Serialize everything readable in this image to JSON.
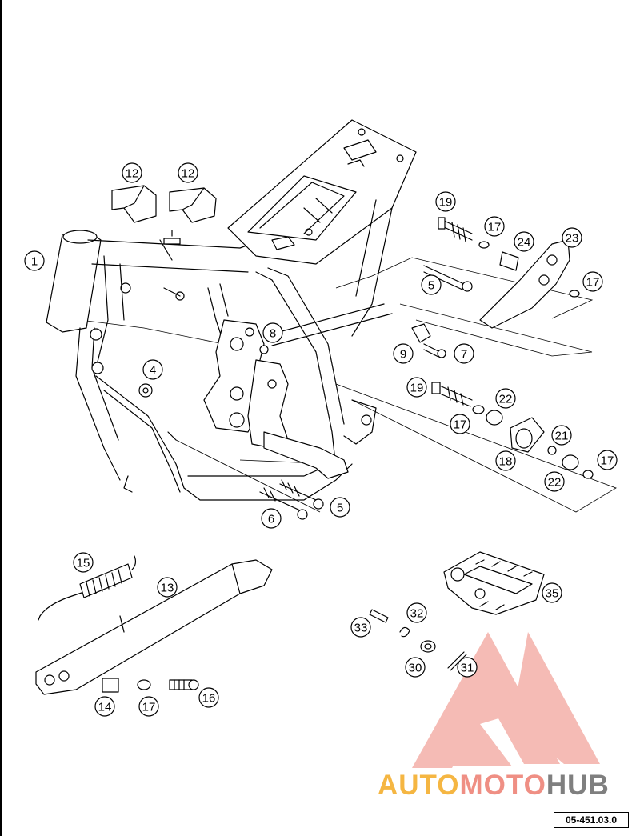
{
  "callouts": [
    {
      "id": "c1",
      "label": "1"
    },
    {
      "id": "c4",
      "label": "4"
    },
    {
      "id": "c5a",
      "label": "5"
    },
    {
      "id": "c5b",
      "label": "5"
    },
    {
      "id": "c6",
      "label": "6"
    },
    {
      "id": "c7",
      "label": "7"
    },
    {
      "id": "c8",
      "label": "8"
    },
    {
      "id": "c9",
      "label": "9"
    },
    {
      "id": "c12a",
      "label": "12"
    },
    {
      "id": "c12b",
      "label": "12"
    },
    {
      "id": "c13",
      "label": "13"
    },
    {
      "id": "c14",
      "label": "14"
    },
    {
      "id": "c15",
      "label": "15"
    },
    {
      "id": "c16",
      "label": "16"
    },
    {
      "id": "c17a",
      "label": "17"
    },
    {
      "id": "c17b",
      "label": "17"
    },
    {
      "id": "c17c",
      "label": "17"
    },
    {
      "id": "c17d",
      "label": "17"
    },
    {
      "id": "c17e",
      "label": "17"
    },
    {
      "id": "c18",
      "label": "18"
    },
    {
      "id": "c19a",
      "label": "19"
    },
    {
      "id": "c19b",
      "label": "19"
    },
    {
      "id": "c21",
      "label": "21"
    },
    {
      "id": "c22a",
      "label": "22"
    },
    {
      "id": "c22b",
      "label": "22"
    },
    {
      "id": "c23",
      "label": "23"
    },
    {
      "id": "c24",
      "label": "24"
    },
    {
      "id": "c30",
      "label": "30"
    },
    {
      "id": "c31",
      "label": "31"
    },
    {
      "id": "c32",
      "label": "32"
    },
    {
      "id": "c33",
      "label": "33"
    },
    {
      "id": "c35",
      "label": "35"
    }
  ],
  "reference_code": "05-451.03.0",
  "watermark": {
    "part1": "AUTO",
    "part2": "MOTO",
    "part3": "HUB",
    "color_part1": "#f5b642",
    "color_part2": "#ef8f84",
    "color_part3": "#7f7f7f",
    "logo_color": "#ef8f84"
  }
}
